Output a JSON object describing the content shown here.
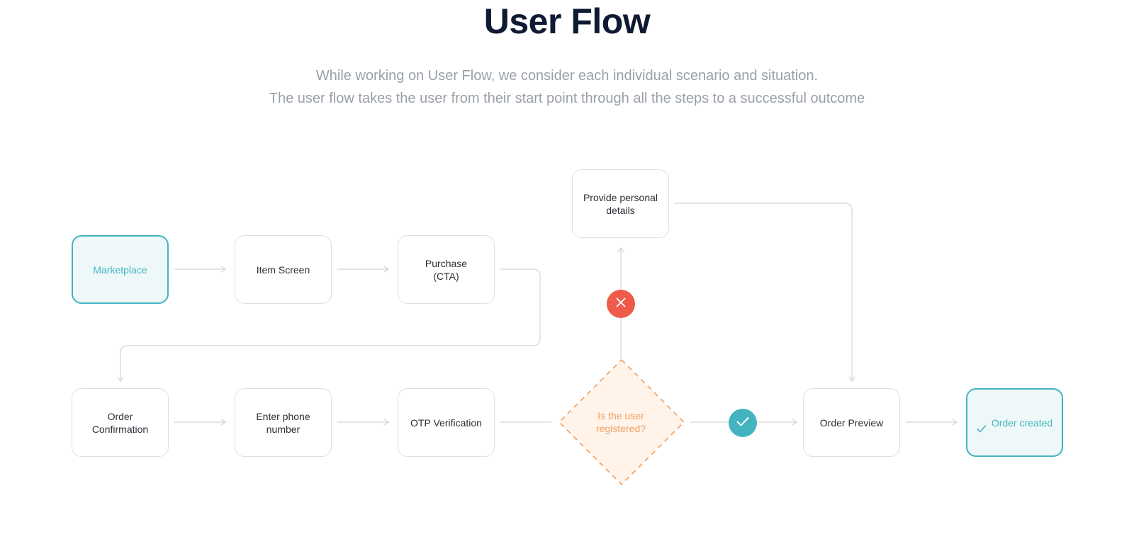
{
  "header": {
    "title": "User Flow",
    "subtitle_line1": "While working on User Flow, we consider each individual scenario and situation.",
    "subtitle_line2": "The user flow takes the user from their start point through all the steps to a successful outcome"
  },
  "colors": {
    "accent": "#43b4bf",
    "decision": "#f0a060",
    "reject": "#ef5b4b",
    "connector": "#d6d9dd"
  },
  "nodes": {
    "marketplace": "Marketplace",
    "item_screen": "Item Screen",
    "purchase": "Purchase\n(CTA)",
    "provide_details": "Provide personal\ndetails",
    "order_confirmation": "Order\nConfirmation",
    "enter_phone": "Enter phone\nnumber",
    "otp": "OTP Verification",
    "decision": "Is the user\nregistered?",
    "order_preview": "Order Preview",
    "order_created": "Order created"
  },
  "icons": {
    "reject": "close-icon",
    "accept": "check-icon",
    "done": "check-icon"
  }
}
